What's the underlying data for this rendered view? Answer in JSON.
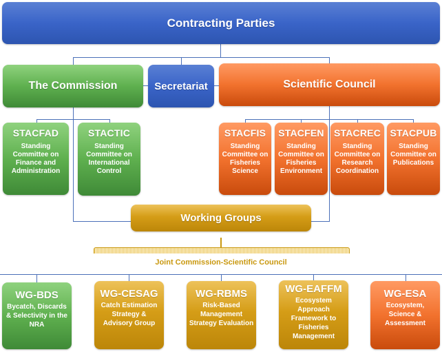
{
  "top": {
    "label": "Contracting Parties"
  },
  "level1": {
    "commission": "The Commission",
    "secretariat": "Secretariat",
    "scientific_council": "Scientific Council"
  },
  "commission_committees": [
    {
      "abbr": "STACFAD",
      "name": "Standing Committee on Finance and Administration"
    },
    {
      "abbr": "STACTIC",
      "name": "Standing Committee on International Control"
    }
  ],
  "council_committees": [
    {
      "abbr": "STACFIS",
      "name": "Standing Committee on Fisheries Science"
    },
    {
      "abbr": "STACFEN",
      "name": "Standing Committee on Fisheries Environment"
    },
    {
      "abbr": "STACREC",
      "name": "Standing Committee on Research Coordination"
    },
    {
      "abbr": "STACPUB",
      "name": "Standing Committee on Publications"
    }
  ],
  "working_groups": {
    "label": "Working Groups",
    "joint_label": "Joint Commission-Scientific Council",
    "groups": [
      {
        "abbr": "WG-BDS",
        "name": "Bycatch, Discards & Selectivity in the NRA",
        "color": "green"
      },
      {
        "abbr": "WG-CESAG",
        "name": "Catch Estimation Strategy & Advisory Group",
        "color": "gold"
      },
      {
        "abbr": "WG-RBMS",
        "name": "Risk-Based Management Strategy Evaluation",
        "color": "gold"
      },
      {
        "abbr": "WG-EAFFM",
        "name": "Ecosystem Approach Framework to Fisheries Management",
        "color": "gold"
      },
      {
        "abbr": "WG-ESA",
        "name": "Ecosystem, Science & Assessment",
        "color": "orange"
      }
    ]
  },
  "colors": {
    "blue": "#3a64c8",
    "green": "#5fb04f",
    "orange": "#f2722e",
    "gold": "#d59d17",
    "connector": "#4a6fb8"
  }
}
